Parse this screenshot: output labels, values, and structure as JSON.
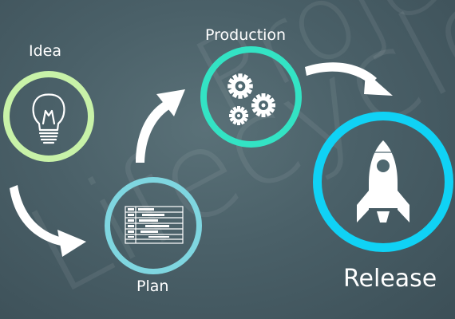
{
  "stages": {
    "idea": {
      "label": "Idea",
      "ring_color": "#c8f2a8",
      "icon": "lightbulb-icon"
    },
    "plan": {
      "label": "Plan",
      "ring_color": "#7fd6e0",
      "icon": "table-document-icon"
    },
    "production": {
      "label": "Production",
      "ring_color": "#33e3c4",
      "icon": "gears-icon"
    },
    "release": {
      "label": "Release",
      "ring_color": "#10d2f5",
      "icon": "rocket-icon"
    }
  },
  "watermark": {
    "line1": "Project",
    "line2": "Lifecycle"
  },
  "colors": {
    "arrow": "#ffffff",
    "text": "#ffffff"
  }
}
